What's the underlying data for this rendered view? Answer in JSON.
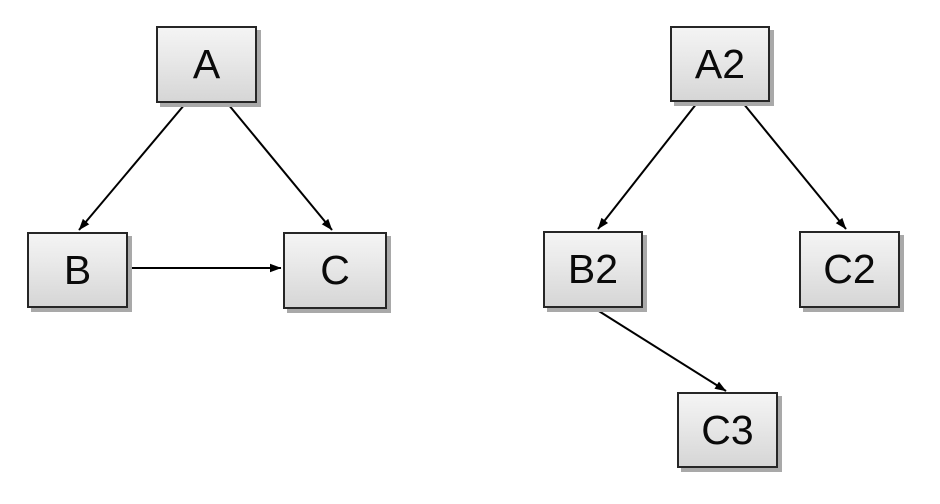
{
  "diagram": {
    "background_color": "#ffffff",
    "node_style": {
      "shape": "rectangle",
      "fill_top": "#f4f4f4",
      "fill_bottom": "#d6d6d6",
      "border_color": "#262626",
      "shadow_color": "#a9a9a9",
      "text_color": "#0a0a0a"
    },
    "edge_style": {
      "color": "#000000",
      "arrowhead": "filled-delta"
    },
    "graphs": [
      {
        "name": "left-graph",
        "nodes": [
          {
            "id": "A",
            "label": "A"
          },
          {
            "id": "B",
            "label": "B"
          },
          {
            "id": "C",
            "label": "C"
          }
        ],
        "edges": [
          {
            "from": "A",
            "to": "B"
          },
          {
            "from": "A",
            "to": "C"
          },
          {
            "from": "B",
            "to": "C"
          }
        ]
      },
      {
        "name": "right-graph",
        "nodes": [
          {
            "id": "A2",
            "label": "A2"
          },
          {
            "id": "B2",
            "label": "B2"
          },
          {
            "id": "C2",
            "label": "C2"
          },
          {
            "id": "C3",
            "label": "C3"
          }
        ],
        "edges": [
          {
            "from": "A2",
            "to": "B2"
          },
          {
            "from": "A2",
            "to": "C2"
          },
          {
            "from": "B2",
            "to": "C3"
          }
        ]
      }
    ]
  }
}
